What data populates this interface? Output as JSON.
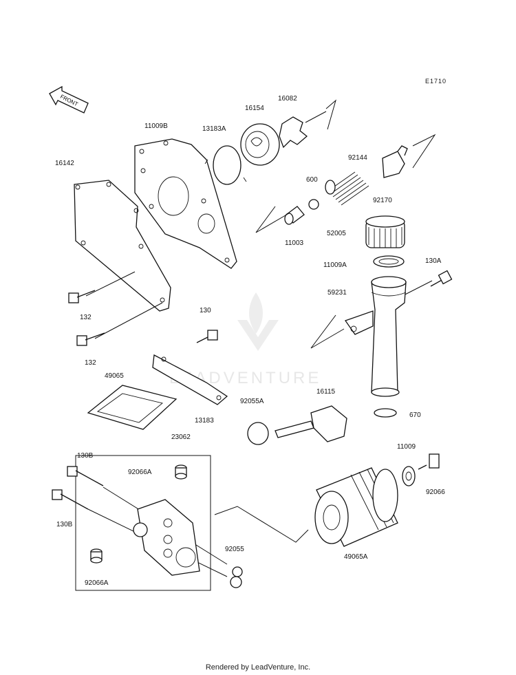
{
  "diagram_code": "E1710",
  "front_arrow_label": "FRONT",
  "watermark": "LEADVENTURE",
  "footer": "Rendered by LeadVenture, Inc.",
  "parts": {
    "p11009B": "11009B",
    "p13183A": "13183A",
    "p16154": "16154",
    "p16082": "16082",
    "p16142": "16142",
    "p92144": "92144",
    "p600": "600",
    "p92170": "92170",
    "p11003": "11003",
    "p52005": "52005",
    "p11009A": "11009A",
    "p130A": "130A",
    "p59231": "59231",
    "p132a": "132",
    "p132b": "132",
    "p130": "130",
    "p49065": "49065",
    "p13183": "13183",
    "p92055A": "92055A",
    "p16115": "16115",
    "p670": "670",
    "p23062": "23062",
    "p130Ba": "130B",
    "p130Bb": "130B",
    "p92066Aa": "92066A",
    "p92066Ab": "92066A",
    "p11009": "11009",
    "p92066": "92066",
    "p92055": "92055",
    "p49065A": "49065A"
  }
}
